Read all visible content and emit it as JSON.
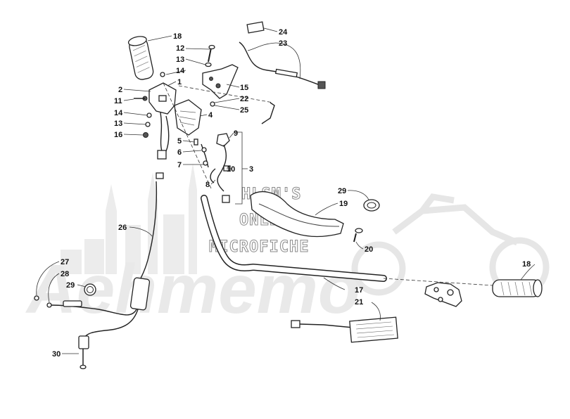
{
  "diagram": {
    "watermark": {
      "line1": "HLSM'S",
      "line2": "ONLINE",
      "line3": "MICROFICHE",
      "brand_text": "Aehmemo"
    },
    "callouts": [
      {
        "id": "c18a",
        "label": "18"
      },
      {
        "id": "c12",
        "label": "12"
      },
      {
        "id": "c13a",
        "label": "13"
      },
      {
        "id": "c14a",
        "label": "14"
      },
      {
        "id": "c1",
        "label": "1"
      },
      {
        "id": "c2",
        "label": "2"
      },
      {
        "id": "c11",
        "label": "11"
      },
      {
        "id": "c14b",
        "label": "14"
      },
      {
        "id": "c13b",
        "label": "13"
      },
      {
        "id": "c16",
        "label": "16"
      },
      {
        "id": "c15",
        "label": "15"
      },
      {
        "id": "c22",
        "label": "22"
      },
      {
        "id": "c25",
        "label": "25"
      },
      {
        "id": "c24",
        "label": "24"
      },
      {
        "id": "c23",
        "label": "23"
      },
      {
        "id": "c4",
        "label": "4"
      },
      {
        "id": "c9",
        "label": "9"
      },
      {
        "id": "c5",
        "label": "5"
      },
      {
        "id": "c6",
        "label": "6"
      },
      {
        "id": "c7",
        "label": "7"
      },
      {
        "id": "c10",
        "label": "10"
      },
      {
        "id": "c3",
        "label": "3"
      },
      {
        "id": "c8",
        "label": "8"
      },
      {
        "id": "c29a",
        "label": "29"
      },
      {
        "id": "c19",
        "label": "19"
      },
      {
        "id": "c26",
        "label": "26"
      },
      {
        "id": "c20",
        "label": "20"
      },
      {
        "id": "c27",
        "label": "27"
      },
      {
        "id": "c28",
        "label": "28"
      },
      {
        "id": "c29b",
        "label": "29"
      },
      {
        "id": "c18b",
        "label": "18"
      },
      {
        "id": "c17",
        "label": "17"
      },
      {
        "id": "c21",
        "label": "21"
      },
      {
        "id": "c30",
        "label": "30"
      }
    ]
  }
}
